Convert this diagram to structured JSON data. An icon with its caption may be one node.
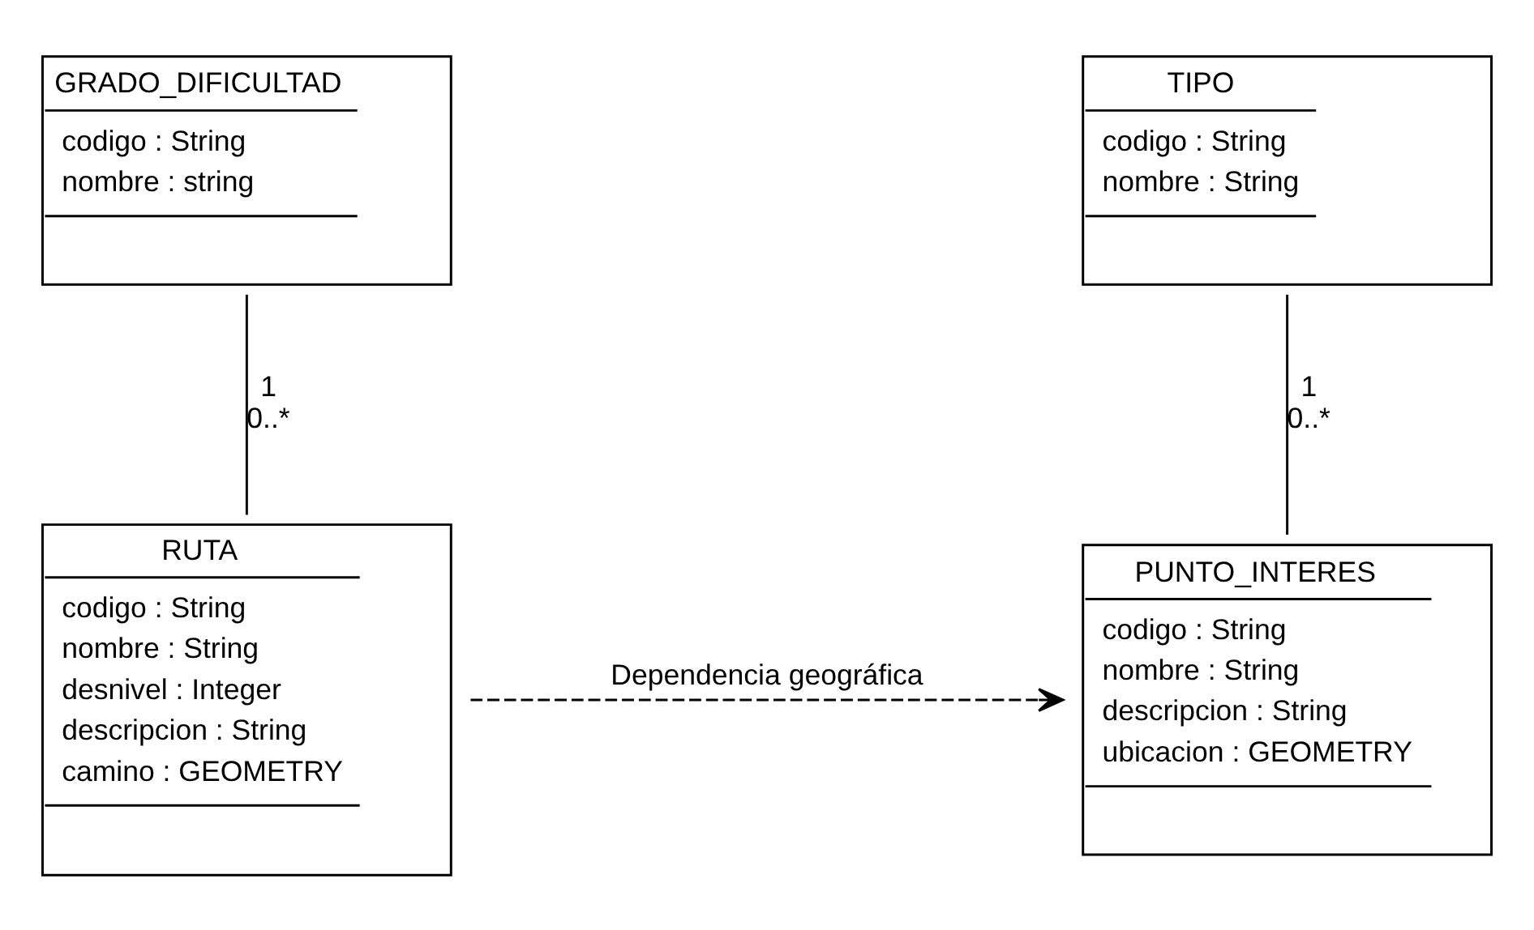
{
  "diagram": {
    "nodes": [
      {
        "text": [
          "GRADO_DIFICULTAD",
          "codigo : String",
          "nombre : string"
        ]
      },
      {
        "text": [
          "TIPO",
          "codigo : String",
          "nombre : String"
        ]
      },
      {
        "text": [
          "RUTA",
          "codigo : String",
          "nombre : String",
          "desnivel : Integer",
          "descripcion : String",
          "camino : GEOMETRY"
        ]
      },
      {
        "text": [
          "PUNTO_INTERES",
          "codigo : String",
          "nombre : String",
          "descripcion : String",
          "ubicacion : GEOMETRY"
        ]
      }
    ],
    "edges": [
      {
        "from": 0,
        "to": 2,
        "arrow": "none",
        "label": "1 0..*"
      },
      {
        "from": 1,
        "to": 3,
        "arrow": "none",
        "label": "1 0..*"
      },
      {
        "from": 2,
        "to": 3,
        "arrow": "to",
        "style": "dashed",
        "label": "Dependencia geográfica"
      }
    ]
  }
}
